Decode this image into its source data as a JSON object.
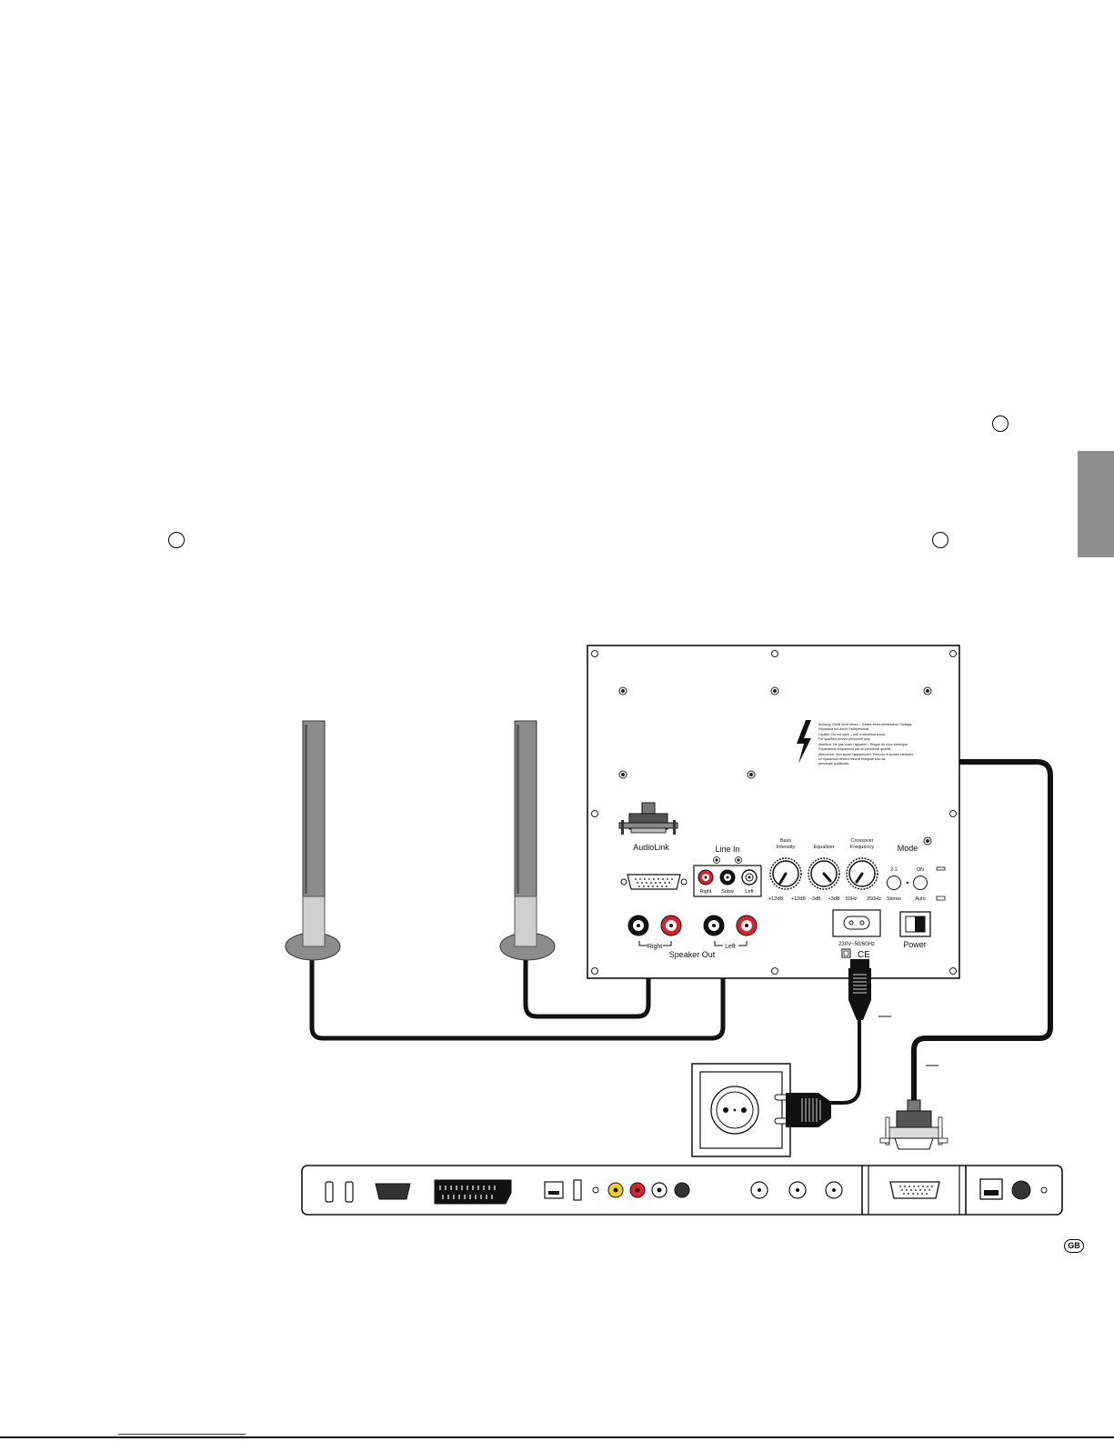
{
  "diagram": {
    "subwoofer_panel": {
      "audiolink_label": "AudioLink",
      "line_in": {
        "title": "Line In",
        "inputs": [
          "Right",
          "Subw",
          "Left"
        ]
      },
      "knobs": {
        "bass_intensity": {
          "title_line1": "Bass",
          "title_line2": "Intensity",
          "scale_min": "+12dB",
          "scale_max": "+12dB"
        },
        "equalizer": {
          "title": "Equalizer",
          "scale_min": "-3dB",
          "scale_max": "+3dB"
        },
        "crossover": {
          "title_line1": "Crossover",
          "title_line2": "Frequency",
          "scale_min": "50Hz",
          "scale_max": "350Hz"
        }
      },
      "mode": {
        "title": "Mode",
        "switch1_top": "2.1",
        "switch1_bottom": "Stereo",
        "switch2_top": "ON",
        "switch2_bottom": "Auto"
      },
      "speaker_out": {
        "title": "Speaker Out",
        "right": "Right",
        "left": "Left"
      },
      "mains_rating": "230V~50/60Hz",
      "ce_mark": "CE",
      "power_label": "Power",
      "warning_lines": [
        "Achtung:  Gerät nicht öffnen – Gefahr eines elektrischen Schlags.",
        "          Reparatur nur durch Fachpersonal.",
        "Caution:  Do not open – risk of electrical shock.",
        "          For qualified service personnel only.",
        "Attention: Ne pas ouvrir l'appareil – Risque de choc électrique.",
        "          Réparations uniquement par du personnel qualifié.",
        "Attenzione: Non aprire l'apparecchio. Pericolo di scosse elettriche.",
        "          Le riparazioni devono essere eseguite solo da",
        "          personale qualificato."
      ]
    }
  },
  "language_badge": "GB",
  "colors": {
    "speaker_body": "#8c8c8c",
    "speaker_foot": "#cfcfcf",
    "rca_red": "#e0202d",
    "rca_yellow": "#f2d21a",
    "side_tab": "#8e8e8e"
  }
}
